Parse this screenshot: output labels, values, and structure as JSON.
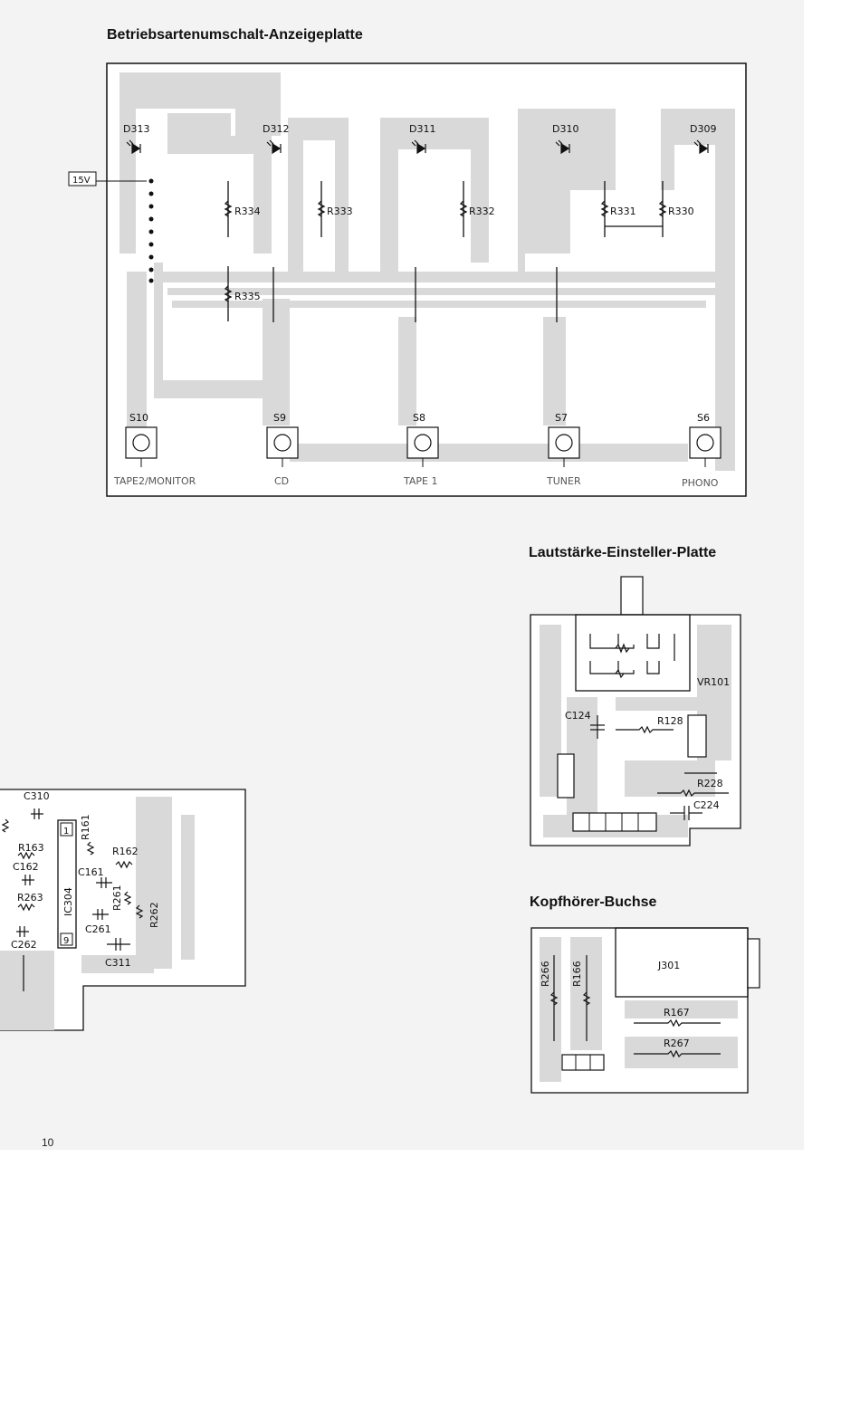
{
  "titles": {
    "main": "Betriebsartenumschalt-Anzeigeplatte",
    "volume": "Lautstärke-Einsteller-Platte",
    "headphone": "Kopfhörer-Buchse"
  },
  "page_number": "10",
  "main_board": {
    "voltage_label": "15V",
    "leds": [
      "D313",
      "D312",
      "D311",
      "D310",
      "D309"
    ],
    "resistors": [
      "R334",
      "R333",
      "R332",
      "R331",
      "R330",
      "R335"
    ],
    "switches": [
      {
        "id": "S10",
        "label": "TAPE2/MONITOR"
      },
      {
        "id": "S9",
        "label": "CD"
      },
      {
        "id": "S8",
        "label": "TAPE 1"
      },
      {
        "id": "S7",
        "label": "TUNER"
      },
      {
        "id": "S6",
        "label": "PHONO"
      }
    ]
  },
  "volume_board": {
    "pot": "VR101",
    "c124": "C124",
    "r128": "R128",
    "r228": "R228",
    "c224": "C224"
  },
  "headphone_board": {
    "jack": "J301",
    "r266": "R266",
    "r166": "R166",
    "r167": "R167",
    "r267": "R267"
  },
  "partial_board": {
    "c310": "C310",
    "r163": "R163",
    "c162": "C162",
    "r263": "R263",
    "c262": "C262",
    "ic": "IC304",
    "pin1": "1",
    "pin9": "9",
    "r161": "R161",
    "r162": "R162",
    "c161": "C161",
    "r261": "R261",
    "r262": "R262",
    "c261": "C261",
    "c311": "C311"
  }
}
